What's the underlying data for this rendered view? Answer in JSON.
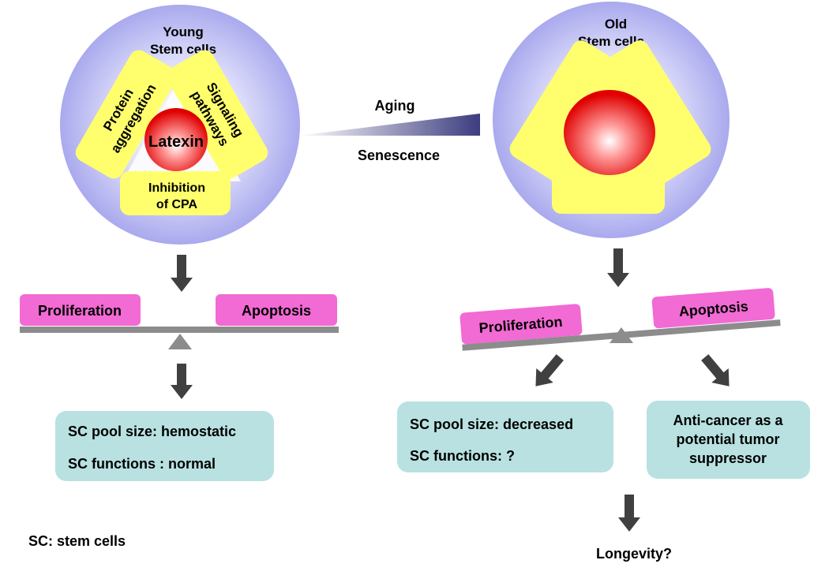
{
  "young": {
    "title_line1": "Young",
    "title_line2": "Stem cells",
    "center_label": "Latexin",
    "box_left_line1": "Protein",
    "box_left_line2": "aggregation",
    "box_right_line1": "Signaling",
    "box_right_line2": "pathways",
    "box_bottom_line1": "Inhibition",
    "box_bottom_line2": "of CPA"
  },
  "old": {
    "title_line1": "Old",
    "title_line2": "Stem cells"
  },
  "transition": {
    "top_label": "Aging",
    "bottom_label": "Senescence"
  },
  "balance_young": {
    "left_label": "Proliferation",
    "right_label": "Apoptosis"
  },
  "balance_old": {
    "left_label": "Proliferation",
    "right_label": "Apoptosis"
  },
  "outcome_young": {
    "line1": "SC pool size: hemostatic",
    "line2": "SC functions : normal"
  },
  "outcome_old_left": {
    "line1": "SC pool size: decreased",
    "line2": "SC functions: ?"
  },
  "outcome_old_right": {
    "line1": "Anti-cancer as a",
    "line2": "potential tumor",
    "line3": "suppressor"
  },
  "longevity_label": "Longevity?",
  "footnote": "SC: stem cells",
  "colors": {
    "cell_fill": "#b8b8f0",
    "yellow": "#ffff6e",
    "pink": "#f26ad4",
    "teal_box": "#b9e1e1",
    "beam": "#8c8c8c",
    "arrow": "#404040",
    "wedge": "#3c3c80"
  }
}
